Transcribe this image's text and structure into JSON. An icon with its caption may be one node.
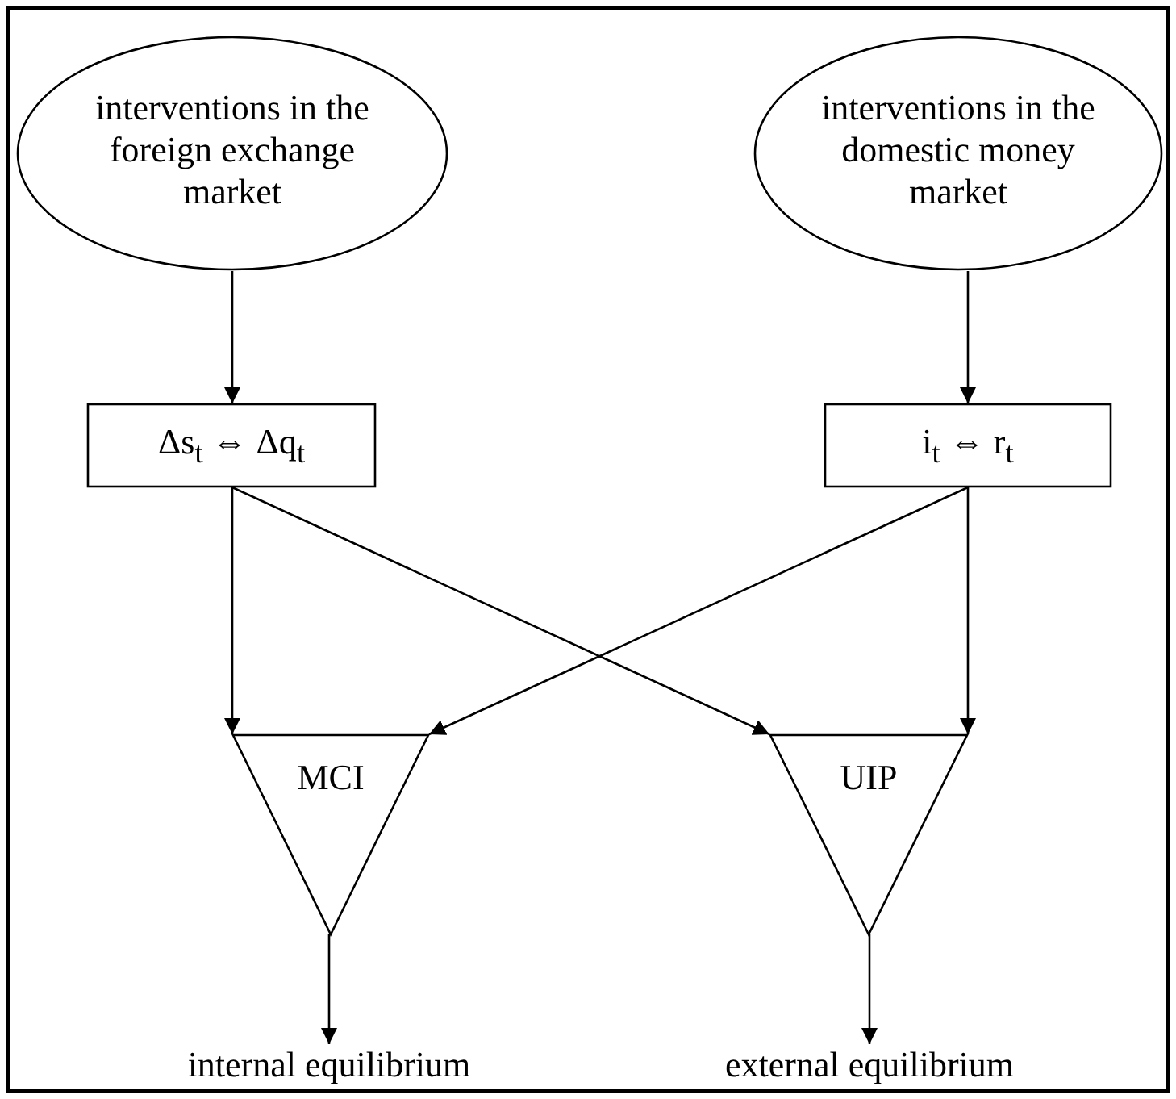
{
  "diagram": {
    "nodes": [
      {
        "text": [
          "interventions in the foreign exchange market"
        ]
      },
      {
        "text": [
          "interventions in the domestic money market"
        ]
      },
      {
        "text": [
          "Δs$_{t}$ ⇔ Δq$_{t}$"
        ]
      },
      {
        "text": [
          "i$_{t}$ ⇔ r$_{t}$"
        ]
      },
      {
        "text": [
          "MCI"
        ]
      },
      {
        "text": [
          "UIP"
        ]
      },
      {
        "text": [
          "internal equilibrium"
        ]
      },
      {
        "text": [
          "external equilibrium"
        ]
      }
    ],
    "edges": [
      {
        "from": 0,
        "to": 2,
        "arrow": "to"
      },
      {
        "from": 1,
        "to": 3,
        "arrow": "to"
      },
      {
        "from": 2,
        "to": 4,
        "arrow": "to"
      },
      {
        "from": 2,
        "to": 5,
        "arrow": "to"
      },
      {
        "from": 3,
        "to": 4,
        "arrow": "to"
      },
      {
        "from": 3,
        "to": 5,
        "arrow": "to"
      },
      {
        "from": 4,
        "to": 6,
        "arrow": "to"
      },
      {
        "from": 5,
        "to": 7,
        "arrow": "to"
      }
    ]
  }
}
